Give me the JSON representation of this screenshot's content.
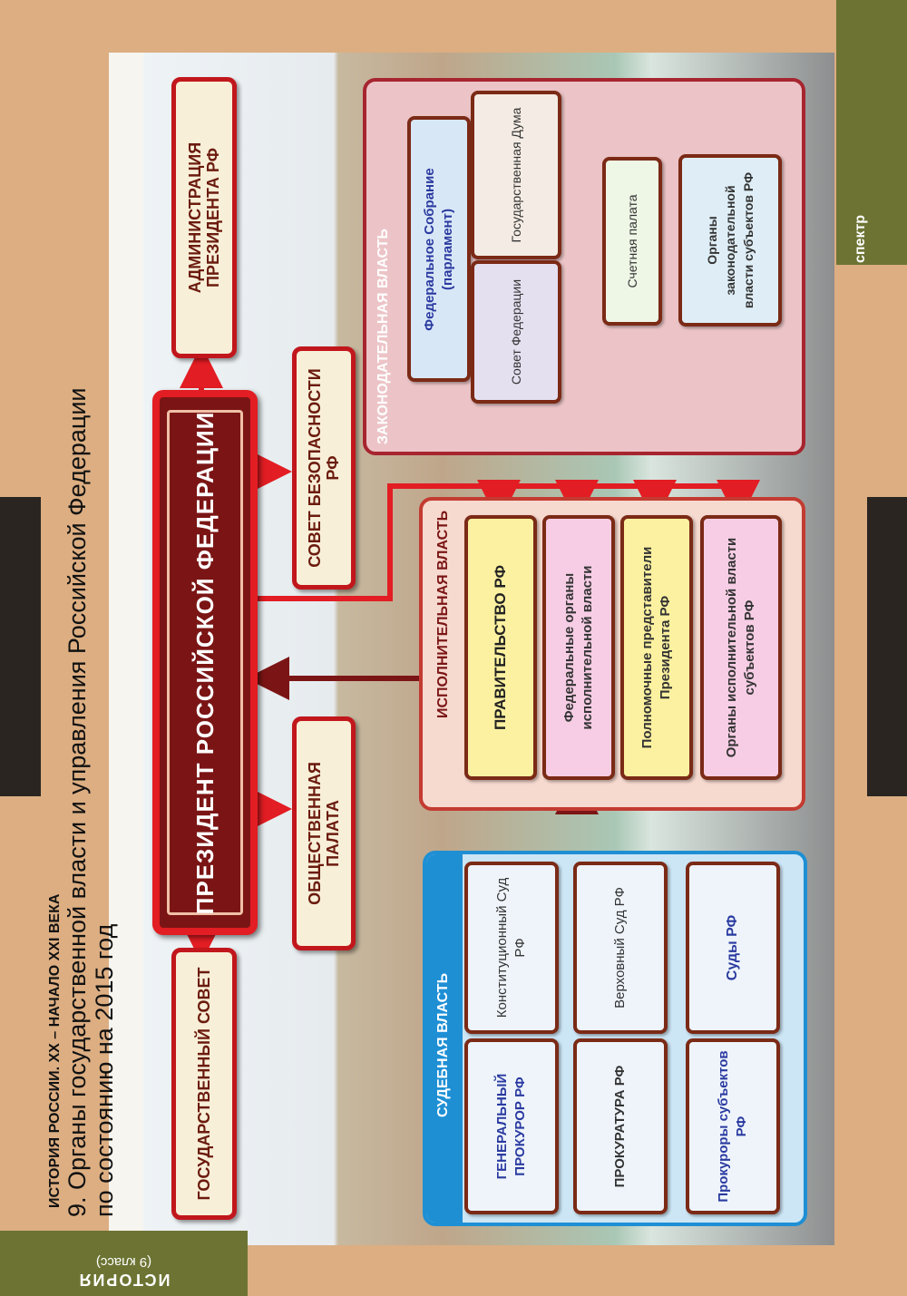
{
  "header": {
    "subject": "ИСТОРИЯ РОССИИ. XX – НАЧАЛО XXI ВЕКА",
    "title_line1": "9. Органы государственной власти и управления Российской Федерации",
    "title_line2": "по состоянию на 2015 год",
    "course": "ИСТОРИЯ",
    "grade": "(9 класс)",
    "brand": "спектр"
  },
  "president": "ПРЕЗИДЕНТ РОССИЙСКОЙ ФЕДЕРАЦИИ",
  "top_boxes": {
    "administration": "АДМИНИСТРАЦИЯ ПРЕЗИДЕНТА РФ",
    "security_council": "СОВЕТ БЕЗОПАСНОСТИ РФ",
    "public_chamber": "ОБЩЕСТВЕННАЯ ПАЛАТА",
    "state_council": "ГОСУДАРСТВЕННЫЙ СОВЕТ"
  },
  "legislative": {
    "title": "ЗАКОНОДАТЕЛЬНАЯ ВЛАСТЬ",
    "federal_assembly": "Федеральное Собрание (парламент)",
    "state_duma": "Государственная Дума",
    "federation_council": "Совет Федерации",
    "accounts_chamber": "Счетная палата",
    "regional_legislatures": "Органы законодательной власти субъектов РФ"
  },
  "executive": {
    "title": "ИСПОЛНИТЕЛЬНАЯ ВЛАСТЬ",
    "government": "ПРАВИТЕЛЬСТВО РФ",
    "federal_bodies": "Федеральные органы исполнительной власти",
    "plenipotentiaries": "Полномочные представители Президента РФ",
    "regional_executive": "Органы исполнительной власти субъектов РФ"
  },
  "judicial": {
    "title": "СУДЕБНАЯ ВЛАСТЬ",
    "constitutional_court": "Конституционный Суд РФ",
    "supreme_court": "Верховный Суд РФ",
    "courts": "Суды РФ",
    "prosecutor_general": "ГЕНЕРАЛЬНЫЙ ПРОКУРОР РФ",
    "prosecutors_office": "ПРОКУРАТУРА РФ",
    "regional_prosecutors": "Прокуроры субъектов РФ"
  },
  "colors": {
    "red": "#e21d23",
    "dark_red": "#7b1515",
    "legislative_bg": "#ecc4c7",
    "executive_bg": "#f6d9cf",
    "judicial_bg": "#cce6f6",
    "olive": "#6d7433"
  }
}
